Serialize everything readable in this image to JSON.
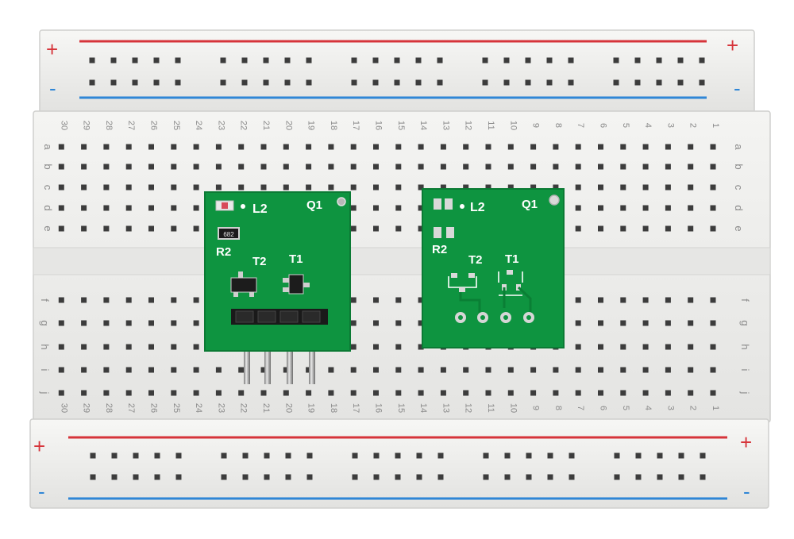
{
  "photo": {
    "subject": "breadboard-with-two-pcb-modules"
  },
  "breadboard": {
    "column_numbers": [
      "1",
      "2",
      "3",
      "4",
      "5",
      "6",
      "7",
      "8",
      "9",
      "10",
      "11",
      "12",
      "13",
      "14",
      "15",
      "16",
      "17",
      "18",
      "19",
      "20",
      "21",
      "22",
      "23",
      "24",
      "25",
      "26",
      "27",
      "28",
      "29",
      "30"
    ],
    "rows_top": [
      "a",
      "b",
      "c",
      "d",
      "e"
    ],
    "rows_bottom": [
      "f",
      "g",
      "h",
      "i",
      "j"
    ],
    "rail_plus": "+",
    "rail_minus": "-",
    "colors": {
      "body": "#eeeeec",
      "rail_red": "#d6343a",
      "rail_blue": "#2f86d6",
      "hole": "#3c3c3c",
      "pcb": "#0e9440",
      "pcb_edge": "#0b7a34"
    }
  },
  "modules": [
    {
      "labels": {
        "l2": "L2",
        "q1": "Q1",
        "r2": "R2",
        "t2": "T2",
        "t1": "T1"
      },
      "resistor_marking": "682",
      "populated": true
    },
    {
      "labels": {
        "l2": "L2",
        "q1": "Q1",
        "r2": "R2",
        "t2": "T2",
        "t1": "T1"
      },
      "populated": false
    }
  ]
}
